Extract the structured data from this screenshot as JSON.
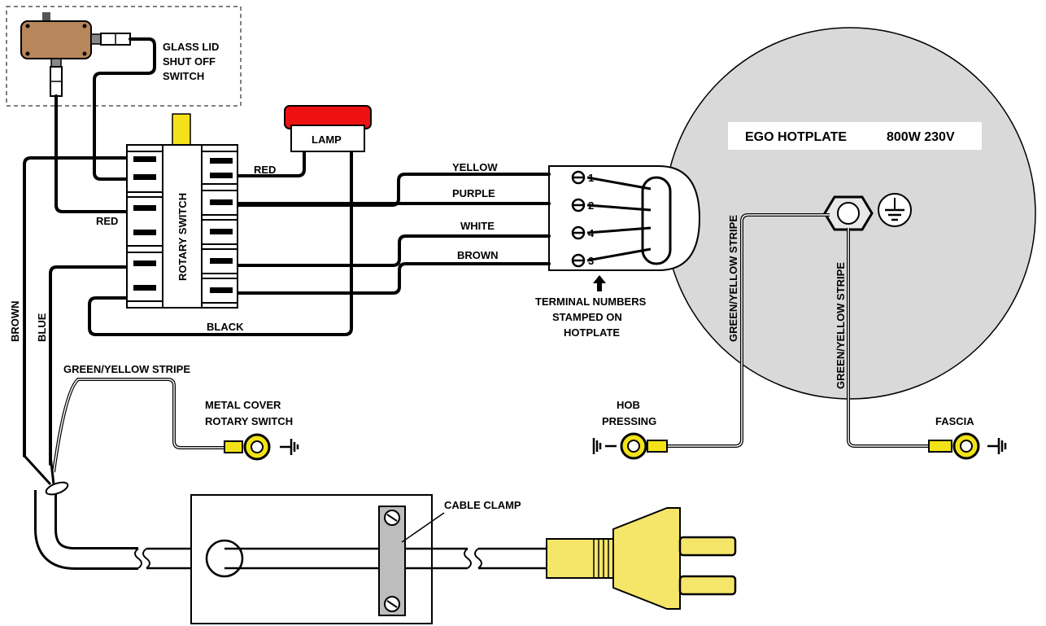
{
  "labels": {
    "glass_lid_1": "GLASS LID",
    "glass_lid_2": "SHUT  OFF",
    "glass_lid_3": "SWITCH",
    "lamp": "LAMP",
    "rotary_switch": "ROTARY SWITCH",
    "red_top": "RED",
    "red_left": "RED",
    "black": "BLACK",
    "brown_left": "BROWN",
    "blue_left": "BLUE",
    "yellow": "YELLOW",
    "purple": "PURPLE",
    "white": "WHITE",
    "brown_right": "BROWN",
    "term_1": "TERMINAL NUMBERS",
    "term_2": "STAMPED ON",
    "term_3": "HOTPLATE",
    "hotplate_name": "EGO  HOTPLATE",
    "hotplate_rating": "800W 230V",
    "gy_left": "GREEN/YELLOW STRIPE",
    "gy_mid": "GREEN/YELLOW STRIPE",
    "gy_right": "GREEN/YELLOW STRIPE",
    "metal_cover_1": "METAL COVER",
    "metal_cover_2": "ROTARY SWITCH",
    "hob_1": "HOB",
    "hob_2": "PRESSING",
    "fascia": "FASCIA",
    "cable_clamp": "CABLE CLAMP"
  },
  "terminals": [
    "1",
    "2",
    "4",
    "3"
  ],
  "colors": {
    "wire": "#000000",
    "hotplate": "#d9d9d9",
    "lamp_red": "#ee1111",
    "switch_shaft": "#f5e11a",
    "lid_switch": "#b8865b",
    "earth_ring": "#f2e319",
    "plug": "#f5e66a",
    "clamp": "#bdbdbd"
  }
}
